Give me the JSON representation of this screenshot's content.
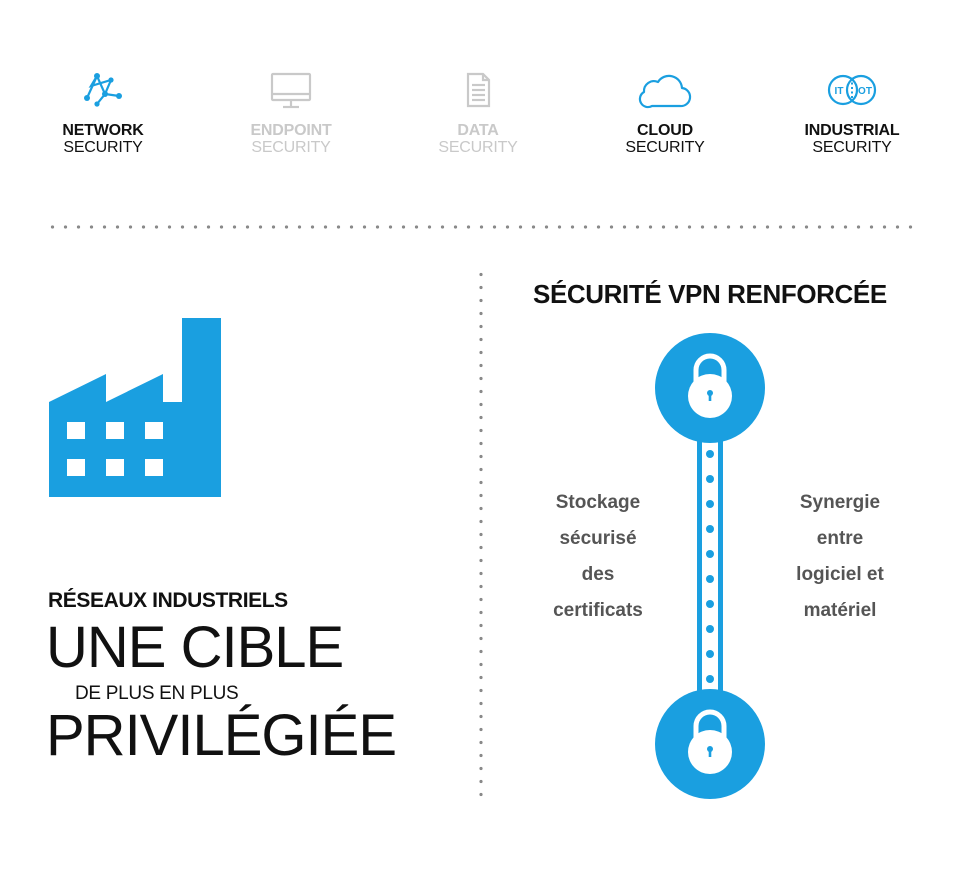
{
  "nav": {
    "items": [
      {
        "line1": "NETWORK",
        "line2": "SECURITY",
        "icon": "network-icon",
        "active": true
      },
      {
        "line1": "ENDPOINT",
        "line2": "SECURITY",
        "icon": "monitor-icon",
        "active": false
      },
      {
        "line1": "DATA",
        "line2": "SECURITY",
        "icon": "document-icon",
        "active": false
      },
      {
        "line1": "CLOUD",
        "line2": "SECURITY",
        "icon": "cloud-icon",
        "active": true
      },
      {
        "line1": "INDUSTRIAL",
        "line2": "SECURITY",
        "icon": "it-ot-icon",
        "active": true
      }
    ],
    "it_label": "IT",
    "ot_label": "OT"
  },
  "left": {
    "kicker": "RÉSEAUX INDUSTRIELS",
    "line1": "UNE CIBLE",
    "line2": "DE PLUS EN PLUS",
    "line3": "PRIVILÉGIÉE"
  },
  "right": {
    "title": "SÉCURITÉ VPN RENFORCÉE",
    "left_text": [
      "Stockage",
      "sécurisé",
      "des",
      "certificats"
    ],
    "right_text": [
      "Synergie",
      "entre",
      "logiciel et",
      "matériel"
    ]
  },
  "colors": {
    "accent": "#1a9fe0",
    "inactive": "#c9c9c9",
    "text": "#111111",
    "muted_text": "#555555"
  }
}
